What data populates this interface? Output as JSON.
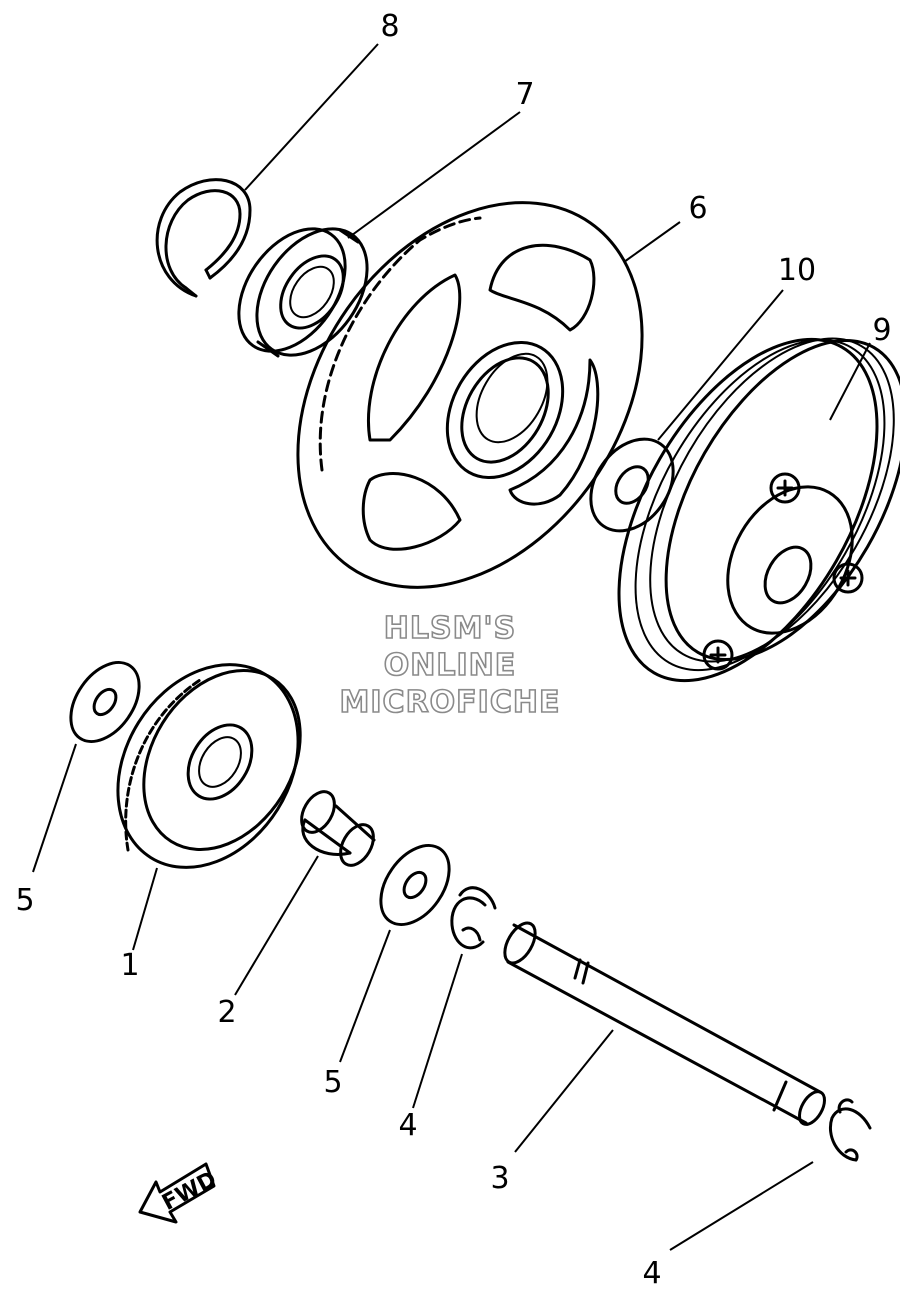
{
  "watermark": {
    "line1": "HLSM'S",
    "line2": "ONLINE",
    "line3": "MICROFICHE"
  },
  "direction_label": "FWD",
  "callouts": [
    {
      "id": "1",
      "text": "1"
    },
    {
      "id": "2",
      "text": "2"
    },
    {
      "id": "3",
      "text": "3"
    },
    {
      "id": "4a",
      "text": "4"
    },
    {
      "id": "4b",
      "text": "4"
    },
    {
      "id": "5a",
      "text": "5"
    },
    {
      "id": "5b",
      "text": "5"
    },
    {
      "id": "6",
      "text": "6"
    },
    {
      "id": "7",
      "text": "7"
    },
    {
      "id": "8",
      "text": "8"
    },
    {
      "id": "9",
      "text": "9"
    },
    {
      "id": "10",
      "text": "10"
    }
  ]
}
